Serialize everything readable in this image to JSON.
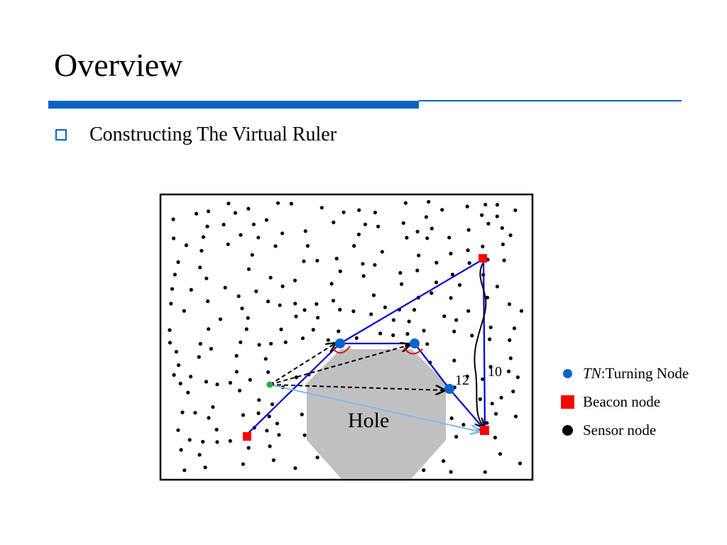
{
  "slide": {
    "title": "Overview",
    "bullet": "Constructing The Virtual Ruler"
  },
  "diagram": {
    "hole_label": "Hole",
    "label_12": "12",
    "label_10": "10"
  },
  "legend": {
    "turning_abbr": "TN",
    "turning_text": ":Turning Node",
    "beacon_text": "Beacon node",
    "sensor_text": "Sensor node"
  },
  "colors": {
    "accent": "#0a64c8",
    "path": "#0000cc",
    "beacon": "#ff0000",
    "turning_node": "#0a64c8",
    "hole": "#c0c0c0",
    "sensor": "#000000",
    "light_path": "#7db9f0",
    "source_node": "#22aa44",
    "angle_arc": "#dd1111"
  }
}
